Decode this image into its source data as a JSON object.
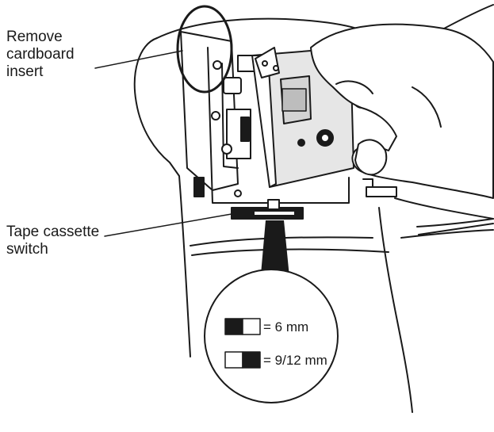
{
  "callouts": {
    "remove_insert": [
      "Remove",
      "cardboard",
      "insert"
    ],
    "tape_switch": [
      "Tape cassette",
      "switch"
    ]
  },
  "legend": {
    "item_6mm": "= 6 mm",
    "item_9_12mm": "= 9/12 mm"
  },
  "colors": {
    "line": "#1a1a1a",
    "cassette_fill": "#e6e6e6",
    "paper": "#ffffff"
  }
}
